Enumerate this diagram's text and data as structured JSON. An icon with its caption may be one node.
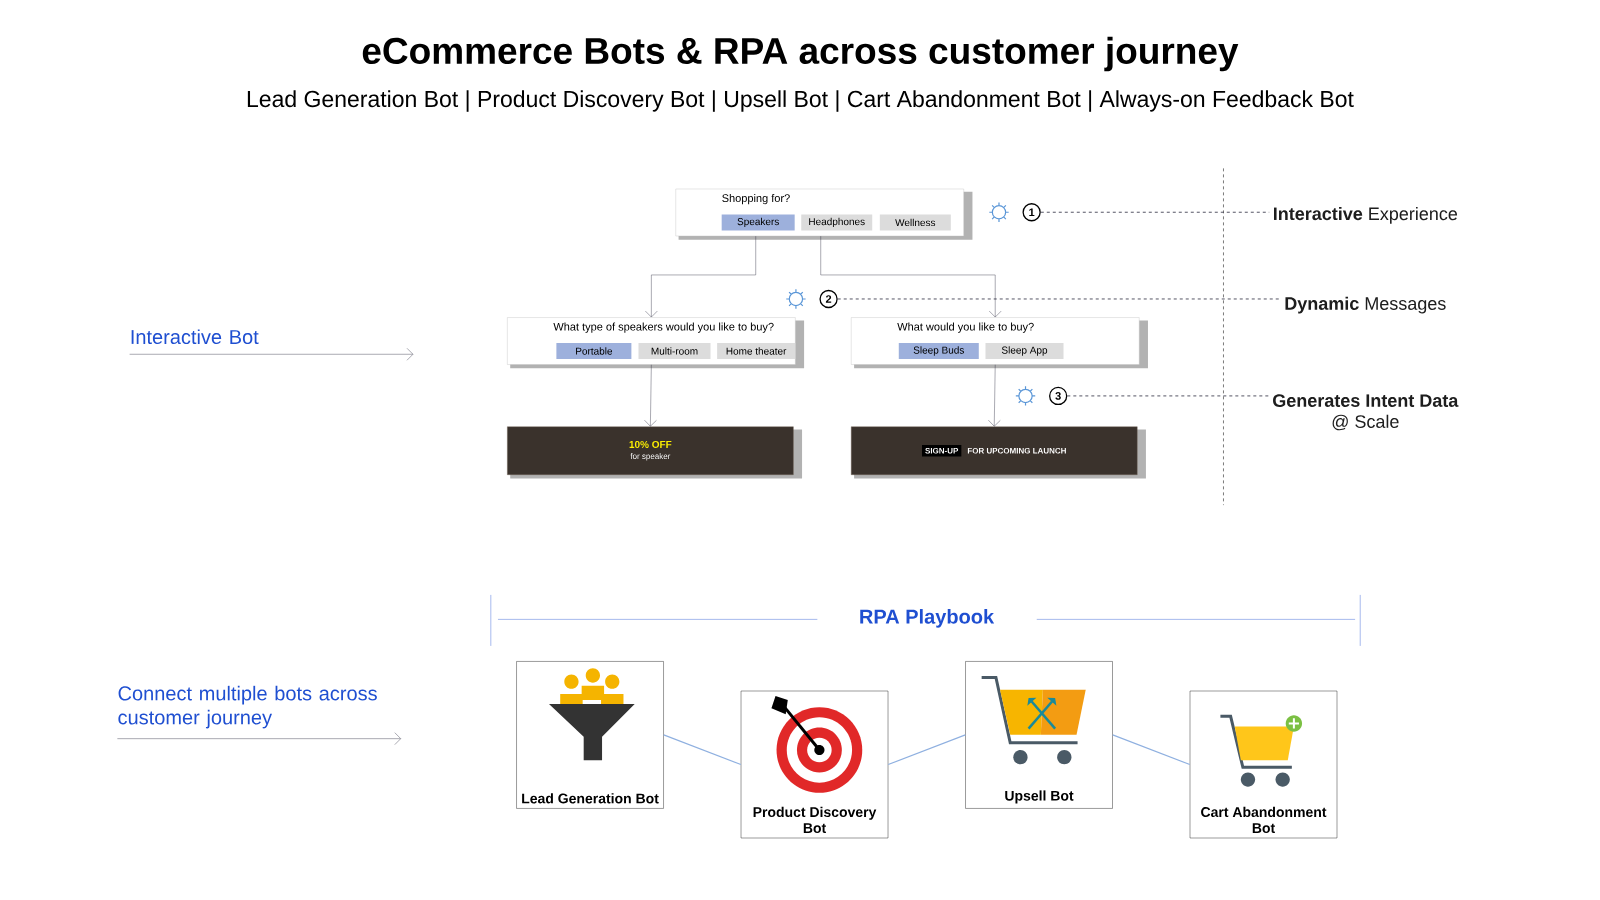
{
  "diagram": {
    "title": "eCommerce Bots & RPA across customer journey",
    "nodes": [
      {
        "text": [
          "Shopping for?"
        ]
      },
      {
        "text": [
          "Speakers"
        ],
        "in": 0
      },
      {
        "text": [
          "Headphones"
        ],
        "in": 0
      },
      {
        "text": [
          "Wellness"
        ],
        "in": 0
      },
      {
        "text": [
          "What type of speakers would you like to buy?"
        ]
      },
      {
        "text": [
          "Portable"
        ],
        "in": 4
      },
      {
        "text": [
          "Multi-room"
        ],
        "in": 4
      },
      {
        "text": [
          "Home theater"
        ],
        "in": 4
      },
      {
        "text": [
          "What would you like to buy?"
        ]
      },
      {
        "text": [
          "Sleep Buds"
        ],
        "in": 8
      },
      {
        "text": [
          "Sleep App"
        ],
        "in": 8
      },
      {
        "text": [
          "10% OFF",
          "for speaker"
        ]
      },
      {
        "text": [
          "SIGN-UP",
          "FOR UPCOMING LAUNCH"
        ]
      },
      {
        "text": [
          "1"
        ]
      },
      {
        "text": [
          "2"
        ]
      },
      {
        "text": [
          "3"
        ]
      },
      {
        "text": [
          "**Interactive** Experience"
        ]
      },
      {
        "text": [
          "**Dynamic** Messages"
        ]
      },
      {
        "text": [
          "Generates Intent Data",
          "@ Scale"
        ]
      },
      {
        "text": [
          "Interactive Bot"
        ]
      },
      {
        "text": [
          "Connect multiple bots across customer journey"
        ]
      },
      {
        "text": [
          "Lead Generation Bot"
        ]
      },
      {
        "text": [
          "Product Discovery Bot"
        ]
      },
      {
        "text": [
          "Upsell Bot"
        ]
      },
      {
        "text": [
          "Cart Abandonment Bot"
        ]
      }
    ],
    "edges": [
      {
        "from": 0,
        "to": 4,
        "arrow": "to"
      },
      {
        "from": 0,
        "to": 8,
        "arrow": "to"
      },
      {
        "from": 4,
        "to": 11,
        "arrow": "to"
      },
      {
        "from": 8,
        "to": 12,
        "arrow": "to"
      },
      {
        "from": 13,
        "to": 16,
        "arrow": "none",
        "style": "dashed"
      },
      {
        "from": 14,
        "to": 17,
        "arrow": "none",
        "style": "dashed"
      },
      {
        "from": 15,
        "to": 18,
        "arrow": "none",
        "style": "dashed"
      },
      {
        "from": 19,
        "to": null,
        "arrow": "to"
      },
      {
        "from": 20,
        "to": null,
        "arrow": "to"
      },
      {
        "from": 21,
        "to": 22,
        "arrow": "none",
        "color": "#8fb0e0"
      },
      {
        "from": 22,
        "to": 23,
        "arrow": "none",
        "color": "#8fb0e0"
      },
      {
        "from": 23,
        "to": 24,
        "arrow": "none",
        "color": "#8fb0e0"
      }
    ],
    "labels": [
      "Lead Generation Bot  |  Product Discovery Bot  |  Upsell Bot  |  Cart Abandonment Bot  |  Always-on Feedback Bot",
      "RPA Playbook"
    ]
  }
}
